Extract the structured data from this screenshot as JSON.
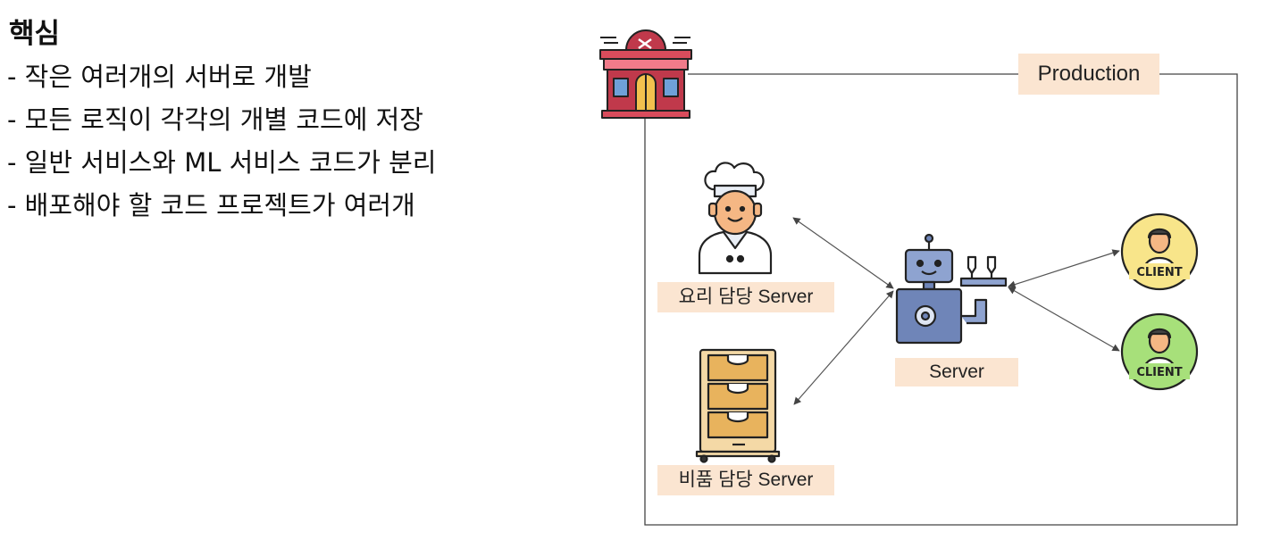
{
  "heading": "핵심",
  "bullets": [
    "- 작은 여러개의 서버로 개발",
    "- 모든 로직이 각각의 개별 코드에 저장",
    "- 일반 서비스와 ML 서비스 코드가 분리",
    "- 배포해야 할 코드 프로젝트가 여러개"
  ],
  "diagram": {
    "production_label": "Production",
    "cook_server_label": "요리 담당 Server",
    "supply_server_label": "비품 담당 Server",
    "server_label": "Server",
    "client_labels": [
      "CLIENT",
      "CLIENT"
    ],
    "icons": [
      "restaurant-icon",
      "chef-icon",
      "cabinet-icon",
      "robot-waiter-icon",
      "client-icon",
      "client-icon"
    ]
  },
  "colors": {
    "label_bg": "#fbe5d1",
    "client_yellow": "#f8e58a",
    "client_green": "#a7e07a",
    "robot_blue": "#6f85b8",
    "restaurant_red": "#c0394b",
    "cabinet_wood": "#e8b35d"
  }
}
